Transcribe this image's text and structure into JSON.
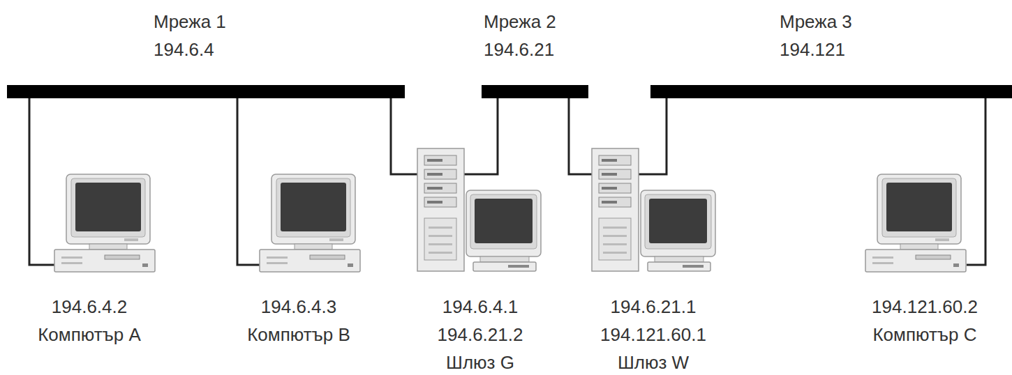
{
  "diagram": {
    "nodes": [
      {
        "text": [
          "Мрежа 1",
          "194.6.4"
        ]
      },
      {
        "text": [
          "Мрежа 2",
          "194.6.21"
        ]
      },
      {
        "text": [
          "Мрежа 3",
          "194.121"
        ]
      },
      {
        "text": [
          "194.6.4.2",
          "Компютър A"
        ]
      },
      {
        "text": [
          "194.6.4.3",
          "Компютър B"
        ]
      },
      {
        "text": [
          "194.6.4.1",
          "194.6.21.2",
          "Шлюз G"
        ]
      },
      {
        "text": [
          "194.6.21.1",
          "194.121.60.1",
          "Шлюз W"
        ]
      },
      {
        "text": [
          "194.121.60.2",
          "Компютър C"
        ]
      }
    ],
    "edges": [
      {
        "from": 0,
        "to": 3,
        "arrow": "none"
      },
      {
        "from": 0,
        "to": 4,
        "arrow": "none"
      },
      {
        "from": 0,
        "to": 5,
        "arrow": "none"
      },
      {
        "from": 1,
        "to": 5,
        "arrow": "none"
      },
      {
        "from": 1,
        "to": 6,
        "arrow": "none"
      },
      {
        "from": 2,
        "to": 6,
        "arrow": "none"
      },
      {
        "from": 2,
        "to": 7,
        "arrow": "none"
      }
    ]
  }
}
